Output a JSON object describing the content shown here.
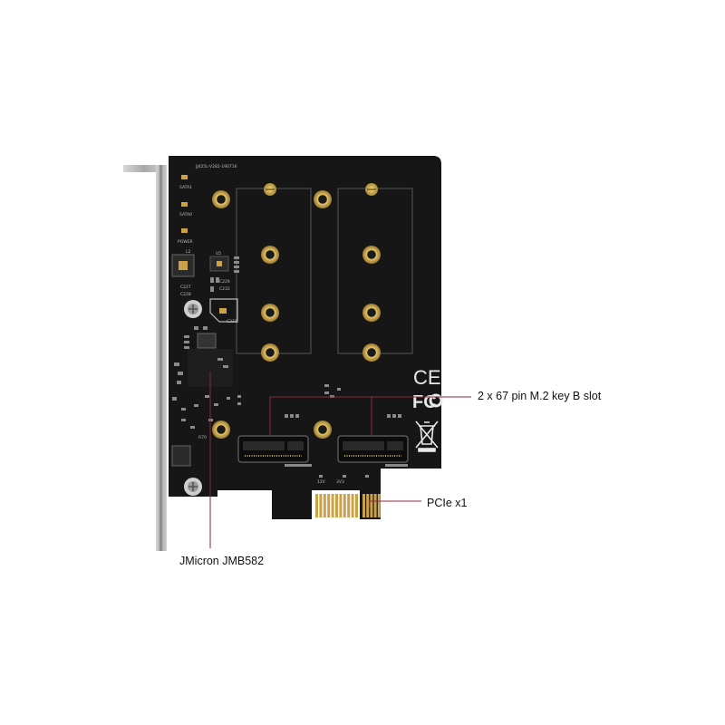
{
  "callouts": {
    "m2_slot": "2 x 67 pin M.2 key B slot",
    "pcie": "PCIe x1",
    "controller": "JMicron JMB582"
  },
  "board_silkscreen": {
    "part_number": "JJ425L-V282-190716",
    "led_labels": [
      "SATA1",
      "SATA0",
      "POWER"
    ],
    "voltage_labels": [
      "12V",
      "3V3"
    ],
    "component_labels": [
      "C227",
      "C228",
      "C229",
      "C231",
      "C232",
      "L2",
      "U5",
      "R70"
    ],
    "ce_mark": "CE",
    "fcc_mark": "FC"
  },
  "colors": {
    "pcb": "#161616",
    "bracket": "#b9b9b9",
    "gold": "#c9a24a",
    "leader_line": "#8b2a3a"
  }
}
